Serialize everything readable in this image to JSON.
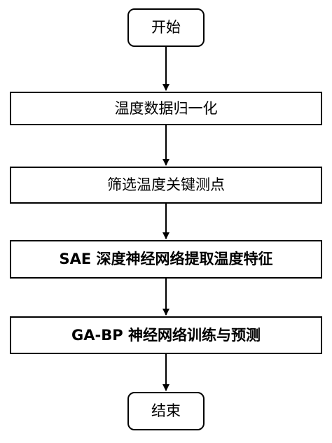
{
  "flowchart": {
    "start": "开始",
    "steps": [
      "温度数据归一化",
      "筛选温度关键测点",
      "SAE 深度神经网络提取温度特征",
      "GA-BP 神经网络训练与预测"
    ],
    "end": "结束"
  }
}
